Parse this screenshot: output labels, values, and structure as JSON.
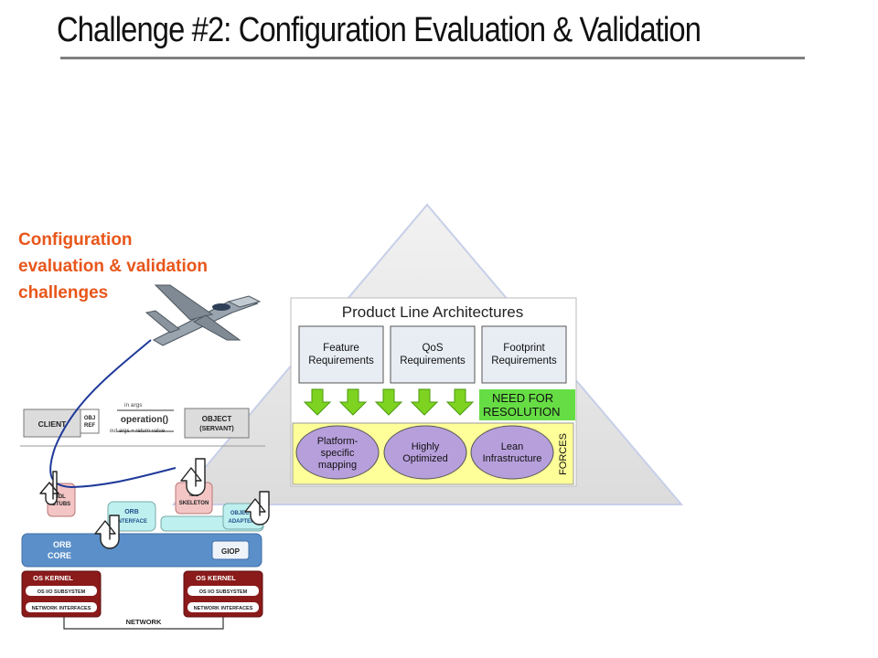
{
  "slide": {
    "title": "Challenge #2: Configuration Evaluation & Validation",
    "callout": [
      "Configuration",
      "evaluation & validation",
      "challenges"
    ]
  },
  "pla": {
    "heading": "Product Line Architectures",
    "requirements": [
      [
        "Feature",
        "Requirements"
      ],
      [
        "QoS",
        "Requirements"
      ],
      [
        "Footprint",
        "Requirements"
      ]
    ],
    "need": [
      "NEED FOR",
      "RESOLUTION"
    ],
    "forces_label": "FORCES",
    "forces": [
      [
        "Platform-",
        "specific",
        "mapping"
      ],
      [
        "Highly",
        "Optimized"
      ],
      [
        "Lean",
        "Infrastructure"
      ]
    ],
    "colors": {
      "arrow": "#7ed321",
      "need_bg": "#66dd44",
      "forces_bg": "#ffff99",
      "oval": "#b79fdc"
    }
  },
  "orb": {
    "client": "CLIENT",
    "obj_ref": [
      "OBJ",
      "REF"
    ],
    "in_args": "in args",
    "operation": "operation()",
    "out_args": "out args + return value",
    "object": [
      "OBJECT",
      "(SERVANT)"
    ],
    "stubs": [
      "IDL",
      "STUBS"
    ],
    "skeleton": [
      "IDL",
      "SKELETON"
    ],
    "orb_interface": [
      "ORB",
      "INTERFACE"
    ],
    "object_adapter": [
      "OBJECT",
      "ADAPTER"
    ],
    "orb_core": [
      "ORB",
      "CORE"
    ],
    "giop": "GIOP",
    "os_kernel": "OS KERNEL",
    "io_subsystem": "OS I/O SUBSYSTEM",
    "network_interfaces": "NETWORK INTERFACES",
    "network": "NETWORK"
  }
}
